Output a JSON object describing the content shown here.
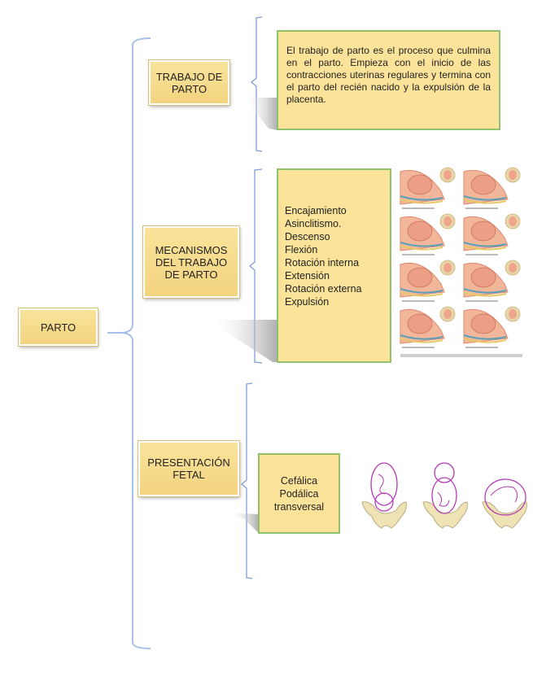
{
  "root": {
    "label": "PARTO"
  },
  "branches": [
    {
      "label": "TRABAJO DE PARTO",
      "label_lines": [
        "TRABAJO DE",
        "PARTO"
      ],
      "detail": "El trabajo de parto es el proceso que culmina en el parto. Empieza con el inicio de las contracciones uterinas regulares y termina con el parto del recién nacido y la expulsión de la placenta."
    },
    {
      "label": "MECANISMOS DEL TRABAJO DE PARTO",
      "label_lines": [
        "MECANISMOS",
        "DEL TRABAJO",
        "DE PARTO"
      ],
      "items": [
        "Encajamiento",
        "Asinclitismo.",
        "Descenso",
        "Flexión",
        "Rotación interna",
        "Extensión",
        "Rotación externa",
        "Expulsión"
      ],
      "image": "labor-mechanisms-illustration"
    },
    {
      "label": "PRESENTACIÓN FETAL",
      "label_lines": [
        "PRESENTACIÓN",
        "FETAL"
      ],
      "items": [
        "Cefálica",
        "Podálica",
        "transversal"
      ],
      "image": "fetal-presentations-illustration"
    }
  ],
  "colors": {
    "node_fill": "#f7dd8e",
    "leaf_border": "#8fc26a",
    "bracket": "#7f9fd9"
  }
}
